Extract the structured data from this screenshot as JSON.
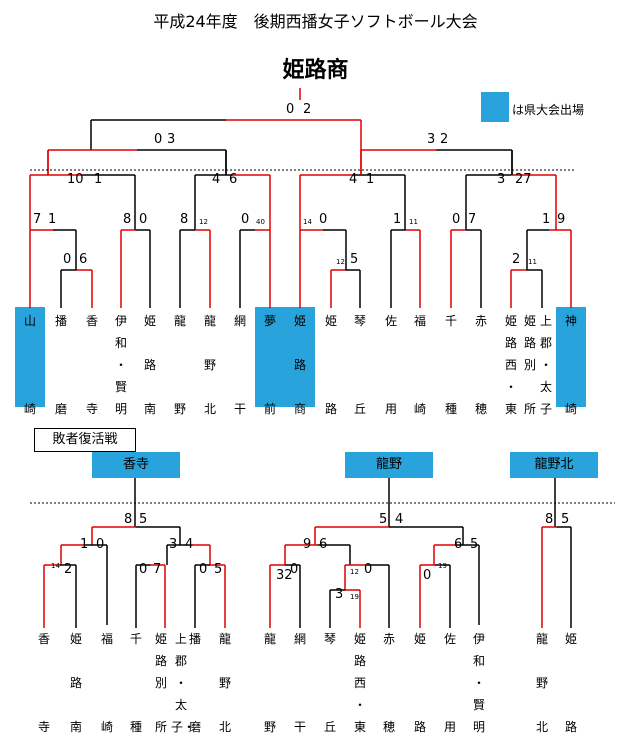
{
  "title": "平成24年度　後期西播女子ソフトボール大会",
  "champion": "姫路商",
  "legend": {
    "text": "は県大会出場",
    "color": "#29a3dc"
  },
  "consolation_label": "敗者復活戦",
  "qualifiers": [
    "香寺",
    "龍野",
    "龍野北"
  ],
  "colors": {
    "win": "#e00000",
    "line": "#000000",
    "highlight": "#29a3dc"
  },
  "main_teams": [
    {
      "chars": [
        "山",
        "",
        "",
        "",
        "崎"
      ],
      "hl": true
    },
    {
      "chars": [
        "播",
        "",
        "",
        "",
        "磨"
      ]
    },
    {
      "chars": [
        "香",
        "",
        "",
        "",
        "寺"
      ]
    },
    {
      "chars": [
        "伊",
        "和",
        "・",
        "賢",
        "明"
      ]
    },
    {
      "chars": [
        "姫",
        "",
        "路",
        "",
        "南"
      ]
    },
    {
      "chars": [
        "龍",
        "",
        "",
        "",
        "野"
      ]
    },
    {
      "chars": [
        "龍",
        "",
        "野",
        "",
        "北"
      ]
    },
    {
      "chars": [
        "網",
        "",
        "",
        "",
        "干"
      ]
    },
    {
      "chars": [
        "夢",
        "",
        "",
        "",
        "前"
      ],
      "hl": true
    },
    {
      "chars": [
        "姫",
        "",
        "路",
        "",
        "商"
      ],
      "hl": true
    },
    {
      "chars": [
        "姫",
        "",
        "",
        "",
        "路"
      ]
    },
    {
      "chars": [
        "琴",
        "",
        "",
        "",
        "丘"
      ]
    },
    {
      "chars": [
        "佐",
        "",
        "",
        "",
        "用"
      ]
    },
    {
      "chars": [
        "福",
        "",
        "",
        "",
        "崎"
      ]
    },
    {
      "chars": [
        "千",
        "",
        "",
        "",
        "種"
      ]
    },
    {
      "chars": [
        "赤",
        "",
        "",
        "",
        "穂"
      ]
    },
    {
      "chars": [
        "姫",
        "路",
        "西",
        "・",
        "東"
      ]
    },
    {
      "chars": [
        "上",
        "郡",
        "・",
        "太",
        "子"
      ],
      "right": [
        "姫",
        "路",
        "別",
        "",
        "所"
      ]
    },
    {
      "chars": [
        "神",
        "",
        "",
        "",
        "崎"
      ],
      "hl": true
    }
  ],
  "cons_teams": [
    {
      "chars": [
        "香",
        "",
        "",
        "",
        "寺"
      ]
    },
    {
      "chars": [
        "姫",
        "",
        "路",
        "",
        "南"
      ]
    },
    {
      "chars": [
        "福",
        "",
        "",
        "",
        "崎"
      ]
    },
    {
      "chars": [
        "千",
        "",
        "",
        "",
        "種"
      ]
    },
    {
      "chars": [
        "姫",
        "路",
        "別",
        "",
        "所"
      ],
      "right": [
        "上",
        "郡",
        "・",
        "太",
        "子・"
      ]
    },
    {
      "chars": [
        "播",
        "",
        "",
        "",
        "磨"
      ]
    },
    {
      "chars": [
        "龍",
        "",
        "野",
        "",
        "北"
      ]
    },
    {
      "chars": [
        "龍",
        "",
        "",
        "",
        "野"
      ]
    },
    {
      "chars": [
        "網",
        "",
        "",
        "",
        "干"
      ]
    },
    {
      "chars": [
        "琴",
        "",
        "",
        "",
        "丘"
      ]
    },
    {
      "chars": [
        "姫",
        "路",
        "西",
        "・",
        "東"
      ]
    },
    {
      "chars": [
        "赤",
        "",
        "",
        "",
        "穂"
      ]
    },
    {
      "chars": [
        "姫",
        "",
        "",
        "",
        "路"
      ]
    },
    {
      "chars": [
        "佐",
        "",
        "",
        "",
        "用"
      ]
    },
    {
      "chars": [
        "伊",
        "和",
        "・",
        "賢",
        "明"
      ]
    },
    {
      "chars": [
        "龍",
        "",
        "野",
        "",
        "北"
      ]
    },
    {
      "chars": [
        "姫",
        "",
        "",
        "",
        "路"
      ]
    }
  ],
  "scores": [
    {
      "t": "0",
      "big": true
    },
    {
      "t": "2",
      "big": true
    },
    {
      "t": "0"
    },
    {
      "t": "3"
    },
    {
      "t": "3"
    },
    {
      "t": "2"
    },
    {
      "t": "10"
    },
    {
      "t": "1"
    },
    {
      "t": "4"
    },
    {
      "t": "6"
    },
    {
      "t": "4"
    },
    {
      "t": "1"
    },
    {
      "t": "3"
    },
    {
      "t": "27"
    },
    {
      "t": "7"
    },
    {
      "t": "1"
    },
    {
      "t": "8"
    },
    {
      "t": "0"
    },
    {
      "t": "8"
    },
    {
      "t": "12"
    },
    {
      "t": "0"
    },
    {
      "t": "40"
    },
    {
      "t": "14"
    },
    {
      "t": "0"
    },
    {
      "t": "1"
    },
    {
      "t": "11"
    },
    {
      "t": "0"
    },
    {
      "t": "7"
    },
    {
      "t": "1"
    },
    {
      "t": "9"
    },
    {
      "t": "0"
    },
    {
      "t": "6"
    },
    {
      "t": "12"
    },
    {
      "t": "5"
    },
    {
      "t": "2"
    },
    {
      "t": "11"
    },
    {
      "t": "8"
    },
    {
      "t": "5"
    },
    {
      "t": "1"
    },
    {
      "t": "0"
    },
    {
      "t": "3"
    },
    {
      "t": "4"
    },
    {
      "t": "14"
    },
    {
      "t": "2"
    },
    {
      "t": "0"
    },
    {
      "t": "7"
    },
    {
      "t": "0"
    },
    {
      "t": "5"
    },
    {
      "t": "5"
    },
    {
      "t": "4"
    },
    {
      "t": "9"
    },
    {
      "t": "6"
    },
    {
      "t": "6"
    },
    {
      "t": "5"
    },
    {
      "t": "32"
    },
    {
      "t": "0"
    },
    {
      "t": "12"
    },
    {
      "t": "0"
    },
    {
      "t": "19"
    },
    {
      "t": "3"
    },
    {
      "t": "0"
    },
    {
      "t": "19"
    },
    {
      "t": "8"
    },
    {
      "t": "5"
    }
  ]
}
